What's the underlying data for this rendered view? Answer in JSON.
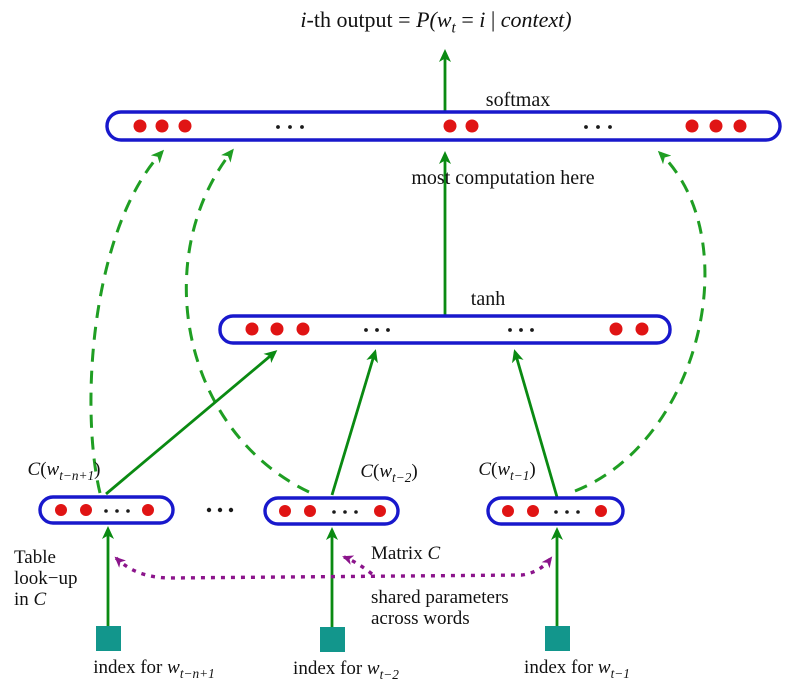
{
  "colors": {
    "background": "#ffffff",
    "box_blue": "#1818cc",
    "dot_red": "#e01414",
    "green_solid": "#0a8a12",
    "green_dashed": "#1f9e23",
    "purple": "#8b148b",
    "teal": "#12968c",
    "text": "#111111"
  },
  "title": {
    "parts": [
      {
        "t": "i",
        "it": true
      },
      {
        "t": "-th output = "
      },
      {
        "t": "P(w",
        "it": true
      },
      {
        "t": "t",
        "it": true,
        "sub": true
      },
      {
        "t": " = "
      },
      {
        "t": "i",
        "it": true
      },
      {
        "t": " | "
      },
      {
        "t": "context",
        "it": true
      },
      {
        "t": ")",
        "it": true
      }
    ]
  },
  "layers": {
    "softmax_label": "softmax",
    "computation_note": "most computation here",
    "tanh_label": "tanh"
  },
  "embeddings": [
    {
      "label_parts": [
        {
          "t": "C",
          "it": true
        },
        {
          "t": "("
        },
        {
          "t": "w",
          "it": true
        },
        {
          "t": "t−n+1",
          "it": true,
          "sub": true
        },
        {
          "t": ")"
        }
      ],
      "index_parts": [
        {
          "t": "index for "
        },
        {
          "t": "w",
          "it": true
        },
        {
          "t": "t−n+1",
          "it": true,
          "sub": true
        }
      ]
    },
    {
      "label_parts": [
        {
          "t": "C",
          "it": true
        },
        {
          "t": "("
        },
        {
          "t": "w",
          "it": true
        },
        {
          "t": "t−2",
          "it": true,
          "sub": true
        },
        {
          "t": ")"
        }
      ],
      "index_parts": [
        {
          "t": "index for "
        },
        {
          "t": "w",
          "it": true
        },
        {
          "t": "t−2",
          "it": true,
          "sub": true
        }
      ]
    },
    {
      "label_parts": [
        {
          "t": "C",
          "it": true
        },
        {
          "t": "("
        },
        {
          "t": "w",
          "it": true
        },
        {
          "t": "t−1",
          "it": true,
          "sub": true
        },
        {
          "t": ")"
        }
      ],
      "index_parts": [
        {
          "t": "index for "
        },
        {
          "t": "w",
          "it": true
        },
        {
          "t": "t−1",
          "it": true,
          "sub": true
        }
      ]
    }
  ],
  "annotations": {
    "table_lookup_lines": [
      [
        {
          "t": "Table"
        }
      ],
      [
        {
          "t": "look−up"
        }
      ],
      [
        {
          "t": "in "
        },
        {
          "t": "C",
          "it": true
        }
      ]
    ],
    "matrix_c_parts": [
      {
        "t": "Matrix "
      },
      {
        "t": "C",
        "it": true
      }
    ],
    "shared_line1": "shared parameters",
    "shared_line2": "across words"
  }
}
